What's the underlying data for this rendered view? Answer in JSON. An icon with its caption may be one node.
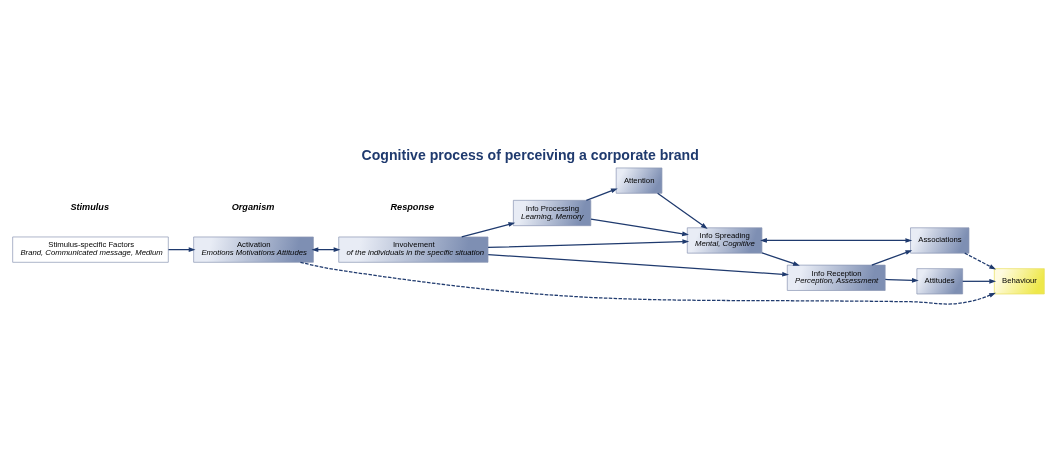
{
  "diagram": {
    "title": "Cognitive process of perceiving a corporate brand",
    "nodes": [
      {
        "text": [
          "Stimulus-specific Factors",
          "Brand, Communicated message, Medium"
        ]
      },
      {
        "text": [
          "Activation",
          "Emotions Motivations Attitudes"
        ]
      },
      {
        "text": [
          "Involvement",
          "of the individuals in the specific situation"
        ]
      },
      {
        "text": [
          "Info Processing",
          "Learning, Memory"
        ]
      },
      {
        "text": [
          "Attention"
        ]
      },
      {
        "text": [
          "Info Spreading",
          "Mental, Cognitive"
        ]
      },
      {
        "text": [
          "Associations"
        ]
      },
      {
        "text": [
          "Info Reception",
          "Perception, Assessment"
        ]
      },
      {
        "text": [
          "Attitudes"
        ]
      },
      {
        "text": [
          "Behaviour"
        ]
      }
    ],
    "edges": [
      {
        "from": 0,
        "to": 1,
        "arrow": "to"
      },
      {
        "from": 1,
        "to": 2,
        "arrow": "both"
      },
      {
        "from": 2,
        "to": 3,
        "arrow": "to"
      },
      {
        "from": 2,
        "to": 5,
        "arrow": "to"
      },
      {
        "from": 2,
        "to": 7,
        "arrow": "to"
      },
      {
        "from": 3,
        "to": 4,
        "arrow": "to"
      },
      {
        "from": 3,
        "to": 5,
        "arrow": "to"
      },
      {
        "from": 4,
        "to": 5,
        "arrow": "to"
      },
      {
        "from": 5,
        "to": 6,
        "arrow": "both"
      },
      {
        "from": 5,
        "to": 7,
        "arrow": "to"
      },
      {
        "from": 7,
        "to": 6,
        "arrow": "to"
      },
      {
        "from": 7,
        "to": 8,
        "arrow": "to"
      },
      {
        "from": 6,
        "to": 9,
        "arrow": "to",
        "style": "dashed"
      },
      {
        "from": 8,
        "to": 9,
        "arrow": "to"
      },
      {
        "from": 1,
        "to": 9,
        "arrow": "to",
        "style": "dashed"
      }
    ],
    "labels": [
      "Stimulus",
      "Organism",
      "Response"
    ]
  }
}
